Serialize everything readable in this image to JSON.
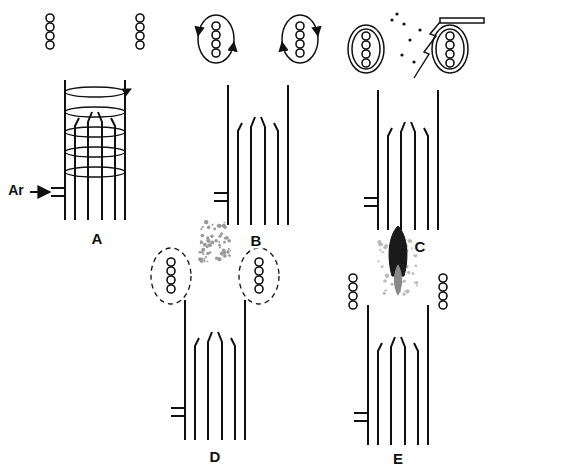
{
  "diagram": {
    "labels": [
      "Ar",
      "A",
      "B",
      "C",
      "D",
      "E"
    ]
  }
}
